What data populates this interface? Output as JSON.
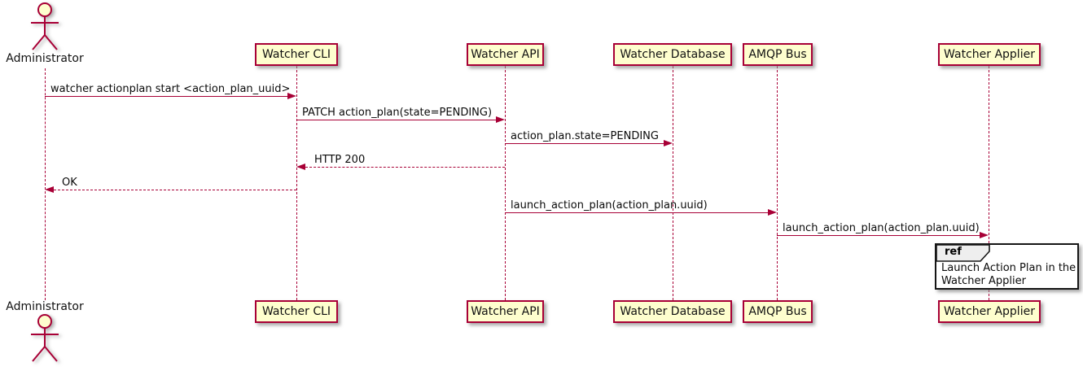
{
  "diagram": {
    "kind": "uml-sequence-diagram",
    "actor": {
      "name": "Administrator"
    },
    "participants": [
      {
        "id": "watcher-cli",
        "name": "Watcher CLI"
      },
      {
        "id": "watcher-api",
        "name": "Watcher API"
      },
      {
        "id": "watcher-database",
        "name": "Watcher Database"
      },
      {
        "id": "amqp-bus",
        "name": "AMQP Bus"
      },
      {
        "id": "watcher-applier",
        "name": "Watcher Applier"
      }
    ],
    "messages": [
      {
        "from": "Administrator",
        "to": "Watcher CLI",
        "style": "solid",
        "text": "watcher actionplan start <action_plan_uuid>"
      },
      {
        "from": "Watcher CLI",
        "to": "Watcher API",
        "style": "solid",
        "text": "PATCH action_plan(state=PENDING)"
      },
      {
        "from": "Watcher API",
        "to": "Watcher Database",
        "style": "solid",
        "text": "action_plan.state=PENDING"
      },
      {
        "from": "Watcher API",
        "to": "Watcher CLI",
        "style": "dashed",
        "text": "HTTP 200"
      },
      {
        "from": "Watcher CLI",
        "to": "Administrator",
        "style": "dashed",
        "text": "OK"
      },
      {
        "from": "Watcher API",
        "to": "AMQP Bus",
        "style": "solid",
        "text": "launch_action_plan(action_plan.uuid)"
      },
      {
        "from": "AMQP Bus",
        "to": "Watcher Applier",
        "style": "solid",
        "text": "launch_action_plan(action_plan.uuid)"
      }
    ],
    "ref_fragment": {
      "keyword": "ref",
      "over": "Watcher Applier",
      "line1": "Launch Action Plan in the",
      "line2": "Watcher Applier"
    },
    "colors": {
      "participant_fill": "#FEFECE",
      "participant_border": "#A80036",
      "lifeline": "#A80036",
      "arrow": "#A80036",
      "text": "#000000",
      "ref_tab_fill": "#EEEEEE",
      "ref_border": "#000000",
      "background": "#FFFFFF"
    }
  }
}
